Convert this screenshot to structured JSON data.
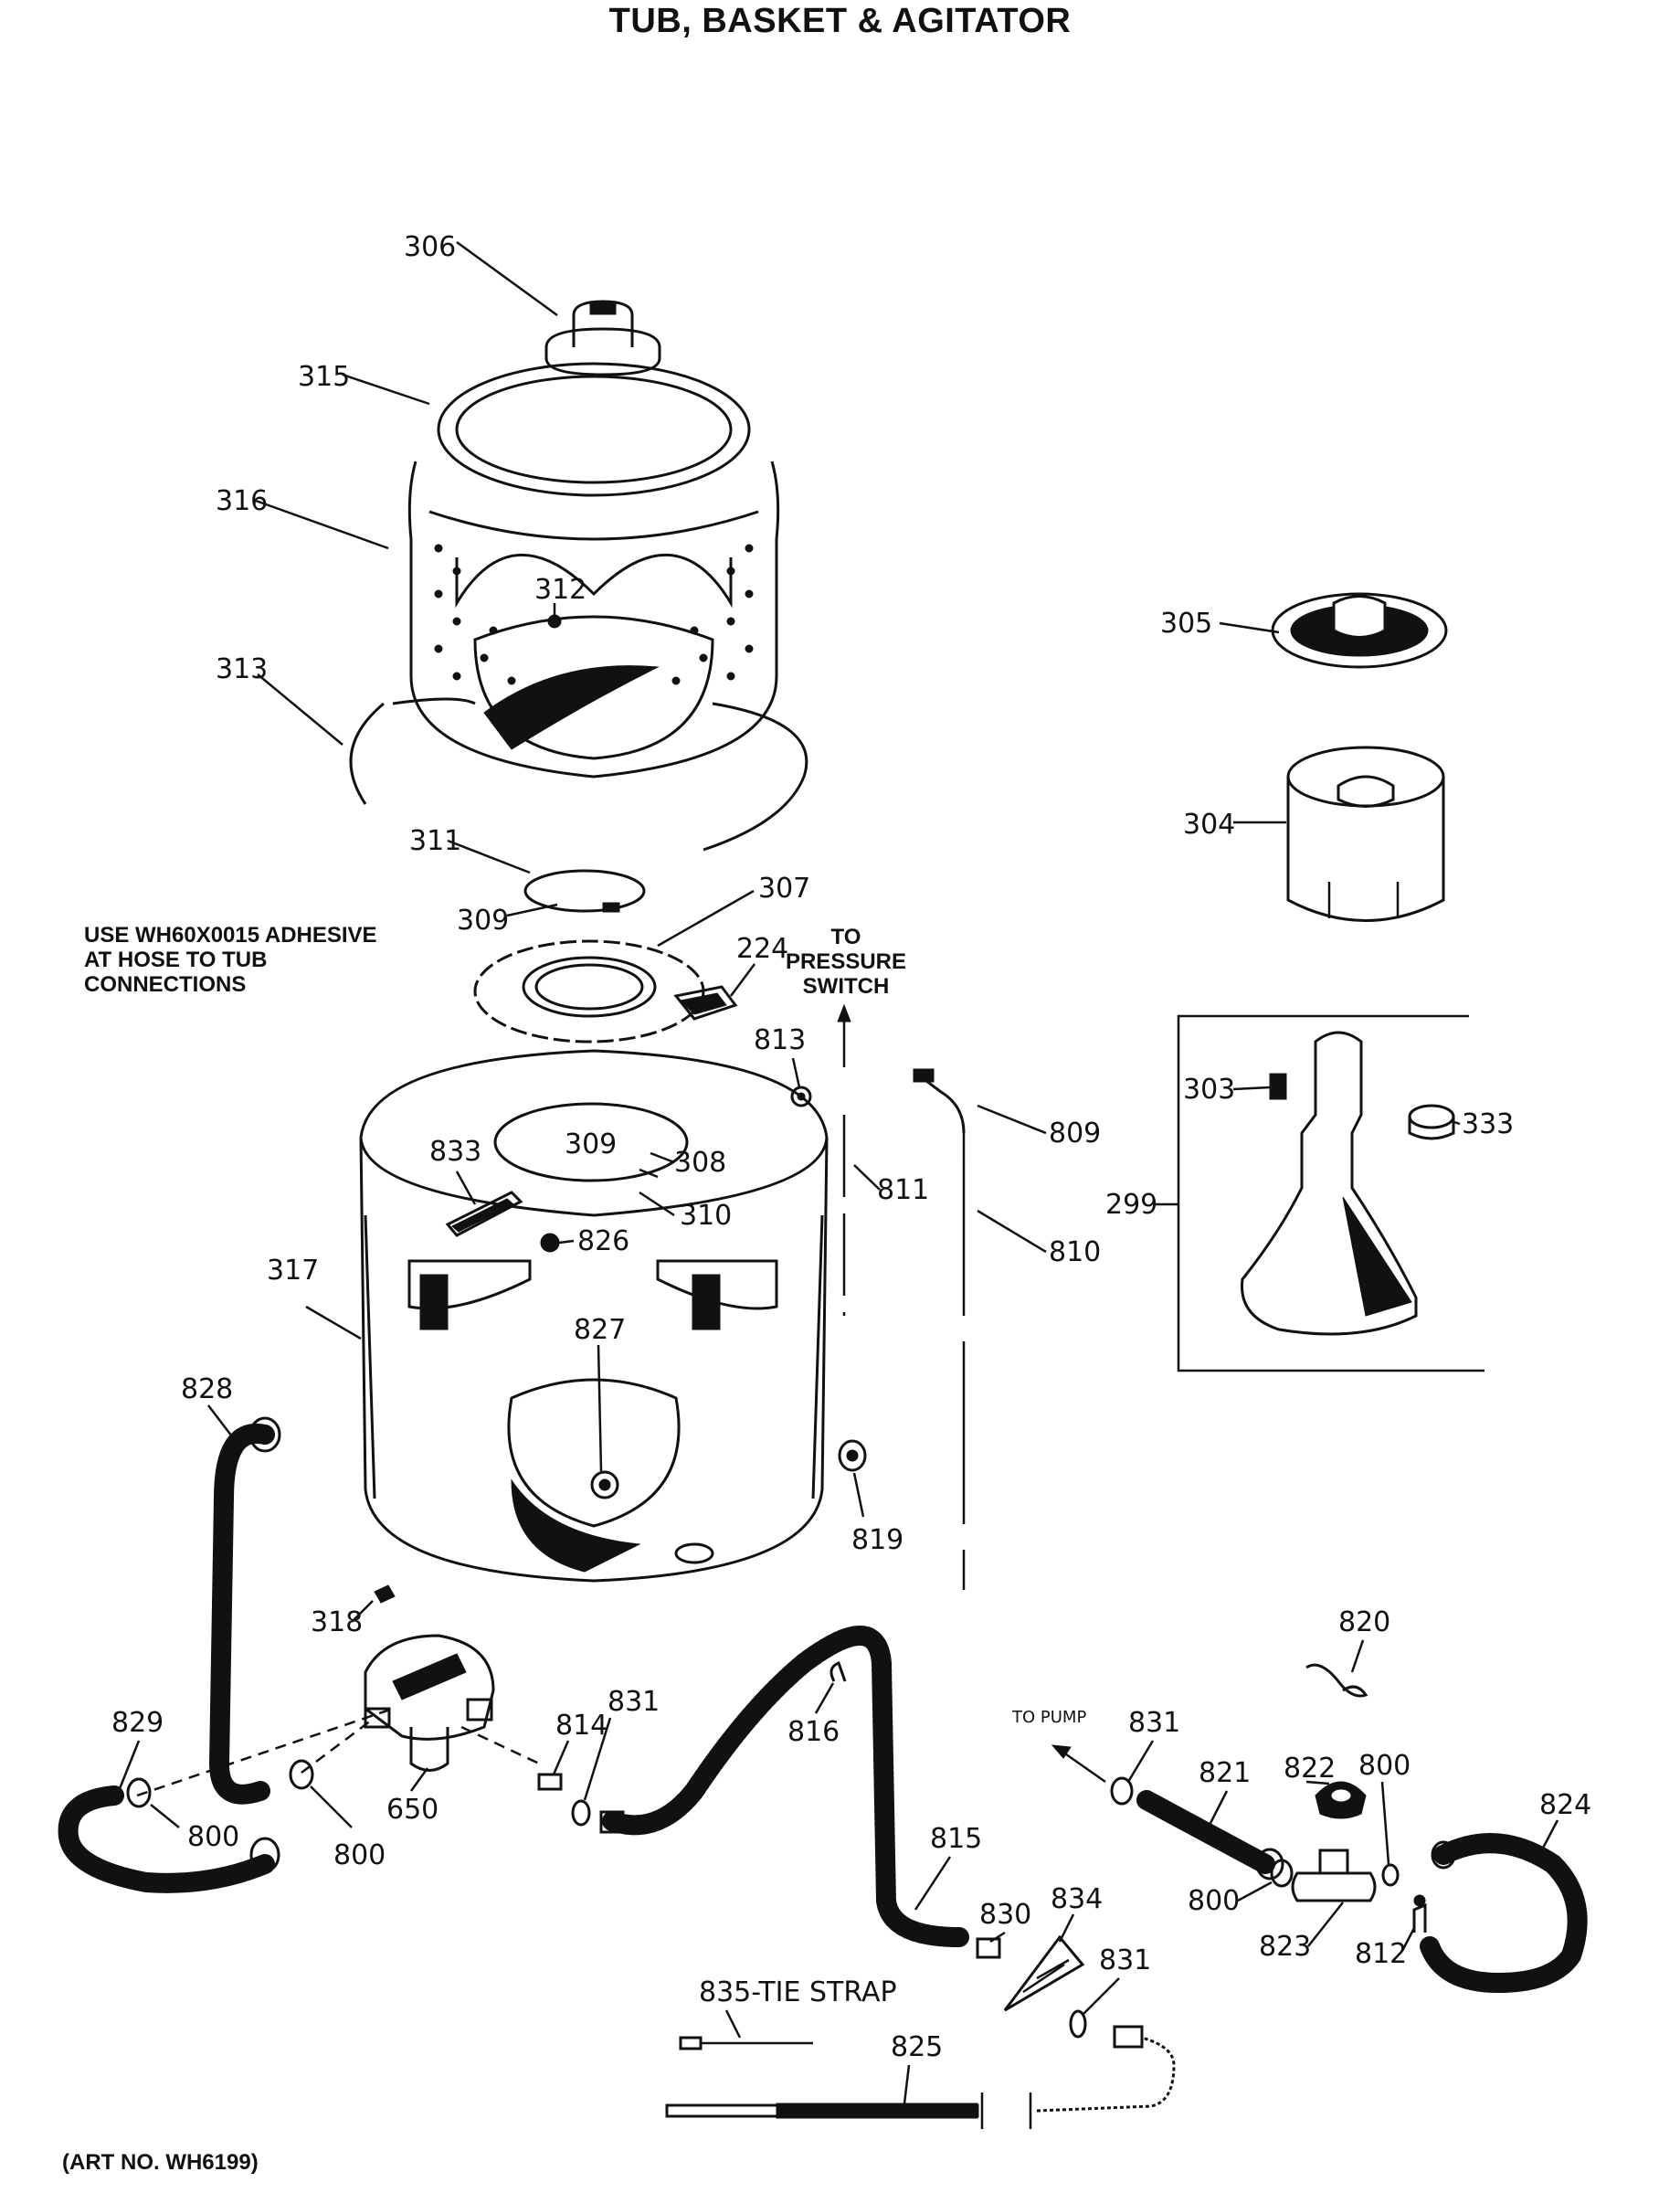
{
  "title": "TUB, BASKET & AGITATOR",
  "notes": {
    "adhesive": [
      "USE WH60X0015 ADHESIVE",
      "AT HOSE TO TUB",
      "CONNECTIONS"
    ],
    "pressure": [
      "TO",
      "PRESSURE",
      "SWITCH"
    ],
    "art_no": "(ART NO. WH6199)",
    "to_pump": "TO PUMP",
    "tie_strap": "835-TIE STRAP"
  },
  "callouts": {
    "c306": "306",
    "c315": "315",
    "c316": "316",
    "c312": "312",
    "c313": "313",
    "c311": "311",
    "c309a": "309",
    "c307": "307",
    "c224": "224",
    "c813": "813",
    "c833": "833",
    "c309b": "309",
    "c308": "308",
    "c310": "310",
    "c826": "826",
    "c317": "317",
    "c827": "827",
    "c828": "828",
    "c811": "811",
    "c809": "809",
    "c810": "810",
    "c819": "819",
    "c305": "305",
    "c304": "304",
    "c303": "303",
    "c333": "333",
    "c299": "299",
    "c318": "318",
    "c829": "829",
    "c800a": "800",
    "c800b": "800",
    "c650": "650",
    "c814": "814",
    "c831a": "831",
    "c816": "816",
    "c815": "815",
    "c820": "820",
    "c831b": "831",
    "c821": "821",
    "c822": "822",
    "c800c": "800",
    "c824": "824",
    "c800d": "800",
    "c823": "823",
    "c812": "812",
    "c830": "830",
    "c834": "834",
    "c831c": "831",
    "c825": "825"
  }
}
